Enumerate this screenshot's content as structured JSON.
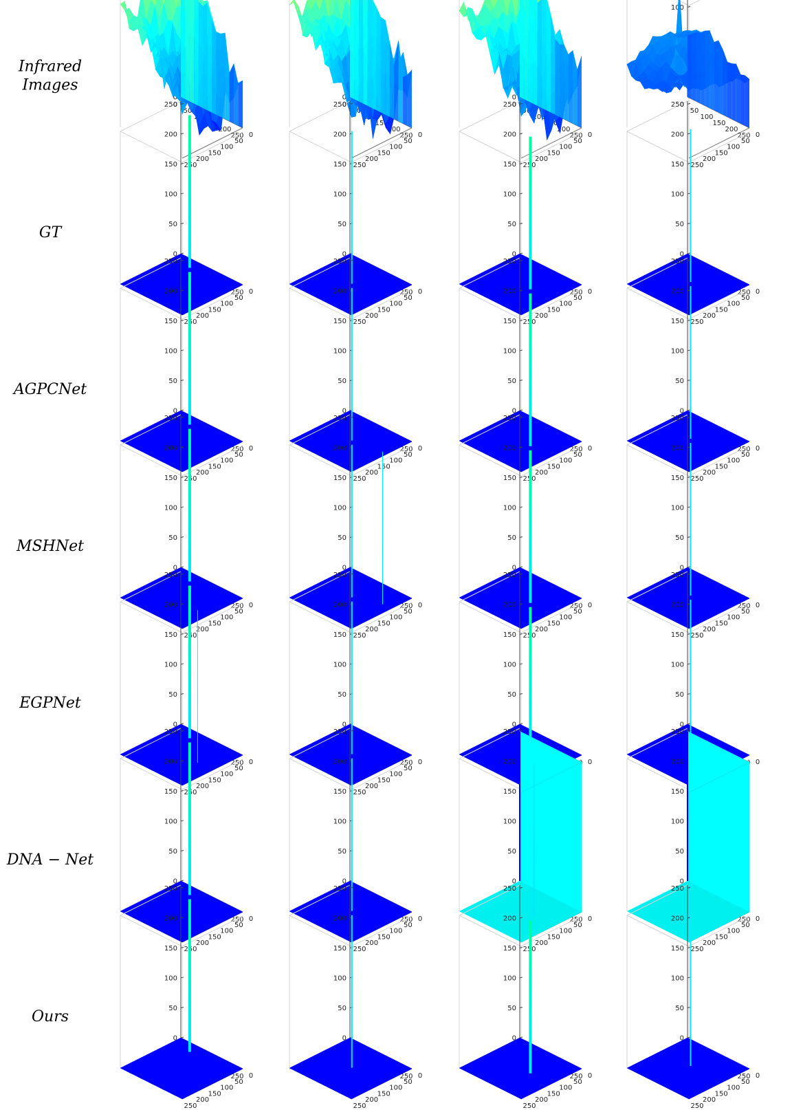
{
  "row_labels": [
    [
      "Infrared",
      "Images"
    ],
    [
      "GT"
    ],
    [
      "AGPCNet"
    ],
    [
      "MSHNet"
    ],
    [
      "EGPNet"
    ],
    [
      "DNA − Net"
    ],
    [
      "Ours"
    ]
  ],
  "chart_data": {
    "type": "surface3d",
    "grid": false,
    "colormap": [
      "#0000ff",
      "#00ffff",
      "#ffff00"
    ],
    "xlim": [
      0,
      250
    ],
    "ylim": [
      0,
      250
    ],
    "x_ticks": [
      0,
      50,
      100,
      150,
      200,
      250
    ],
    "y_ticks": [
      0,
      50,
      100,
      150,
      200,
      250
    ],
    "z_ticks_default": [
      0,
      50,
      100,
      150,
      200,
      250
    ],
    "z_ticks_infrared_col4": [
      50,
      100,
      150
    ],
    "columns": 4,
    "rows": [
      {
        "name": "Infrared Images",
        "kind": "terrain",
        "panels": [
          {
            "zlim": [
              0,
              255
            ],
            "base": 120
          },
          {
            "zlim": [
              0,
              255
            ],
            "base": 120
          },
          {
            "zlim": [
              0,
              255
            ],
            "base": 120
          },
          {
            "zlim": [
              0,
              170
            ],
            "base": 80,
            "spike": {
              "x": 95,
              "y": 120,
              "height": 150
            }
          }
        ]
      },
      {
        "name": "GT",
        "kind": "targets",
        "panels": [
          {
            "zlim": [
              0,
              255
            ],
            "targets": [
              {
                "x": 75,
                "y": 40,
                "width": 4,
                "height": 255
              }
            ]
          },
          {
            "zlim": [
              0,
              255
            ],
            "targets": [
              {
                "x": 125,
                "y": 120,
                "width": 2,
                "height": 255
              }
            ]
          },
          {
            "zlim": [
              0,
              255
            ],
            "targets": [
              {
                "x": 165,
                "y": 125,
                "width": 4,
                "height": 255
              }
            ]
          },
          {
            "zlim": [
              0,
              255
            ],
            "targets": [
              {
                "x": 120,
                "y": 110,
                "width": 2,
                "height": 255
              }
            ]
          }
        ]
      },
      {
        "name": "AGPCNet",
        "kind": "targets",
        "panels": [
          {
            "zlim": [
              0,
              255
            ],
            "targets": [
              {
                "x": 75,
                "y": 40,
                "width": 4,
                "height": 255
              }
            ]
          },
          {
            "zlim": [
              0,
              255
            ],
            "targets": [
              {
                "x": 125,
                "y": 120,
                "width": 2,
                "height": 255
              }
            ]
          },
          {
            "zlim": [
              0,
              255
            ],
            "targets": [
              {
                "x": 165,
                "y": 125,
                "width": 4,
                "height": 255
              }
            ]
          },
          {
            "zlim": [
              0,
              255
            ],
            "targets": [
              {
                "x": 120,
                "y": 110,
                "width": 2,
                "height": 255
              }
            ]
          }
        ]
      },
      {
        "name": "MSHNet",
        "kind": "targets",
        "panels": [
          {
            "zlim": [
              0,
              255
            ],
            "targets": [
              {
                "x": 75,
                "y": 40,
                "width": 4,
                "height": 255
              }
            ]
          },
          {
            "zlim": [
              0,
              255
            ],
            "targets": [
              {
                "x": 125,
                "y": 120,
                "width": 2,
                "height": 255
              },
              {
                "x": 215,
                "y": 85,
                "width": 1,
                "height": 255
              }
            ]
          },
          {
            "zlim": [
              0,
              255
            ],
            "targets": [
              {
                "x": 165,
                "y": 125,
                "width": 4,
                "height": 255
              }
            ]
          },
          {
            "zlim": [
              0,
              255
            ],
            "targets": [
              {
                "x": 120,
                "y": 110,
                "width": 2,
                "height": 255
              }
            ]
          }
        ]
      },
      {
        "name": "EGPNet",
        "kind": "targets",
        "panels": [
          {
            "zlim": [
              0,
              255
            ],
            "targets": [
              {
                "x": 75,
                "y": 40,
                "width": 4,
                "height": 255
              },
              {
                "x": 190,
                "y": 125,
                "width": 1,
                "height": 255
              }
            ]
          },
          {
            "zlim": [
              0,
              255
            ],
            "targets": [
              {
                "x": 125,
                "y": 120,
                "width": 2,
                "height": 255
              }
            ]
          },
          {
            "zlim": [
              0,
              255
            ],
            "targets": [
              {
                "x": 165,
                "y": 125,
                "width": 4,
                "height": 255
              }
            ]
          },
          {
            "zlim": [
              0,
              255
            ],
            "targets": [
              {
                "x": 120,
                "y": 110,
                "width": 2,
                "height": 255
              }
            ]
          }
        ]
      },
      {
        "name": "DNA − Net",
        "kind": "targets",
        "panels": [
          {
            "zlim": [
              0,
              255
            ],
            "targets": [
              {
                "x": 75,
                "y": 40,
                "width": 4,
                "height": 255
              }
            ]
          },
          {
            "zlim": [
              0,
              255
            ],
            "targets": [
              {
                "x": 125,
                "y": 120,
                "width": 2,
                "height": 255
              }
            ]
          },
          {
            "zlim": [
              0,
              255
            ],
            "walls": true,
            "targets": [
              {
                "x": 170,
                "y": 115,
                "width": 2,
                "height": 255
              }
            ]
          },
          {
            "zlim": [
              0,
              255
            ],
            "walls": true,
            "targets": []
          }
        ]
      },
      {
        "name": "Ours",
        "kind": "targets",
        "panels": [
          {
            "zlim": [
              0,
              255
            ],
            "targets": [
              {
                "x": 75,
                "y": 40,
                "width": 4,
                "height": 255
              }
            ]
          },
          {
            "zlim": [
              0,
              255
            ],
            "targets": [
              {
                "x": 125,
                "y": 120,
                "width": 2,
                "height": 255
              }
            ]
          },
          {
            "zlim": [
              0,
              255
            ],
            "targets": [
              {
                "x": 165,
                "y": 125,
                "width": 4,
                "height": 255
              }
            ]
          },
          {
            "zlim": [
              0,
              255
            ],
            "targets": [
              {
                "x": 120,
                "y": 110,
                "width": 2,
                "height": 255
              }
            ]
          }
        ]
      }
    ]
  }
}
